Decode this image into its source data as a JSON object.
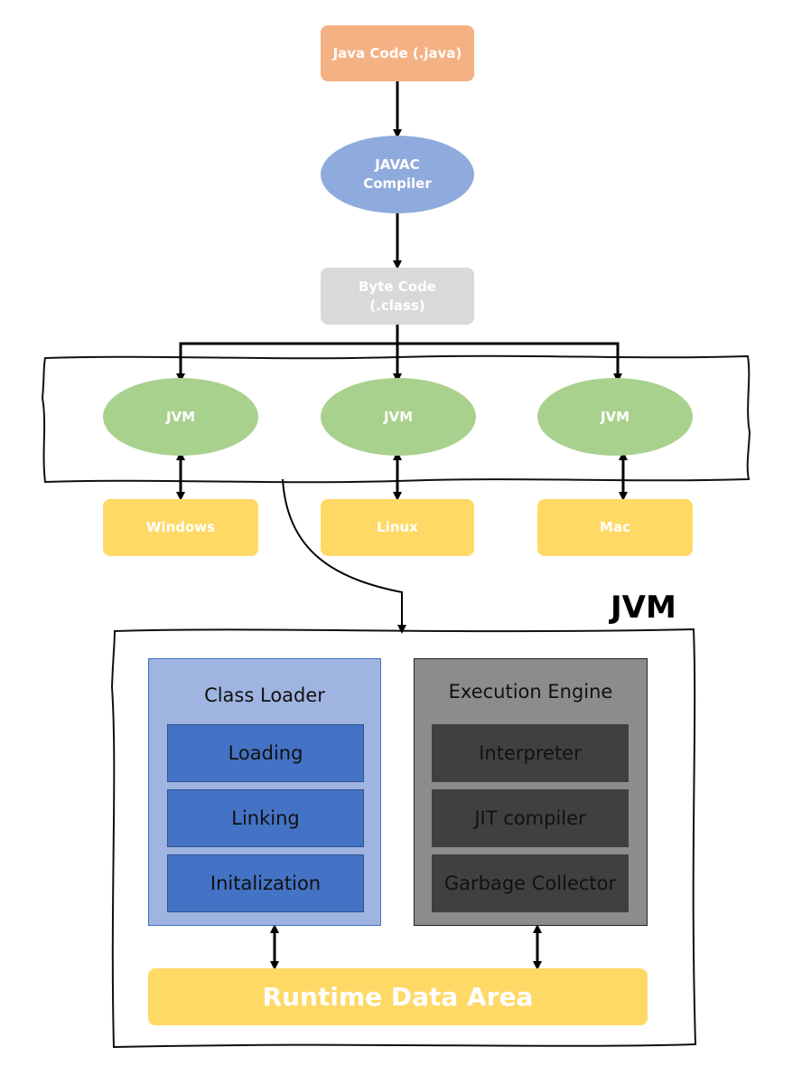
{
  "nodes": {
    "java_code": "Java Code (.java)",
    "javac": "JAVAC\nCompiler",
    "byte_code": "Byte Code\n(.class)",
    "jvm_labels": [
      "JVM",
      "JVM",
      "JVM"
    ],
    "os_labels": [
      "Windows",
      "Linux",
      "Mac"
    ]
  },
  "jvm_detail": {
    "title": "JVM",
    "class_loader": {
      "title": "Class Loader",
      "steps": [
        "Loading",
        "Linking",
        "Initalization"
      ]
    },
    "execution_engine": {
      "title": "Execution Engine",
      "parts": [
        "Interpreter",
        "JIT compiler",
        "Garbage Collector"
      ]
    },
    "runtime_data_area": "Runtime Data Area"
  },
  "colors": {
    "java_code": "#F4B183",
    "javac": "#8FAADC",
    "byte_code": "#D9D9D9",
    "jvm": "#A9D18E",
    "os": "#FFD966",
    "class_loader_bg": "#8FAADC",
    "class_loader_step": "#4472C4",
    "exec_bg": "#808080",
    "exec_part": "#404040"
  }
}
